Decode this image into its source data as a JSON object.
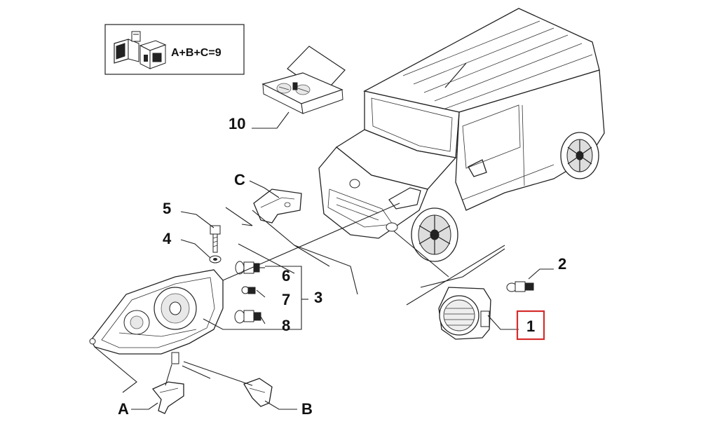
{
  "legend": {
    "formula": "A+B+C=9"
  },
  "callouts": {
    "kit": "10",
    "bracket_c": "C",
    "screw": "5",
    "washer": "4",
    "bulb_main": "6",
    "bulb_small": "7",
    "headlamp": "3",
    "bulb_low": "8",
    "fog_bulb": "2",
    "fog_lamp": "1",
    "bracket_a": "A",
    "bracket_b": "B"
  },
  "highlight": {
    "part": "1",
    "color": "#d62b2b"
  }
}
